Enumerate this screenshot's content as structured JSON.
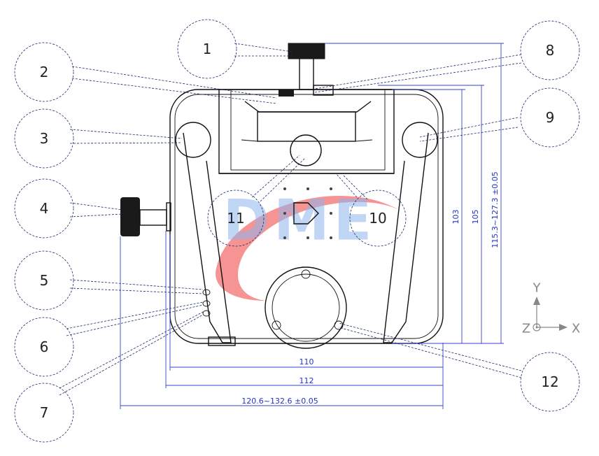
{
  "watermark": {
    "text": "DME",
    "swoosh_color": "#ef3b3b",
    "letter_color": "#8fb6ee"
  },
  "callouts": [
    {
      "id": "1",
      "label": "1"
    },
    {
      "id": "2",
      "label": "2"
    },
    {
      "id": "3",
      "label": "3"
    },
    {
      "id": "4",
      "label": "4"
    },
    {
      "id": "5",
      "label": "5"
    },
    {
      "id": "6",
      "label": "6"
    },
    {
      "id": "7",
      "label": "7"
    },
    {
      "id": "8",
      "label": "8"
    },
    {
      "id": "9",
      "label": "9"
    },
    {
      "id": "10",
      "label": "10"
    },
    {
      "id": "11",
      "label": "11"
    },
    {
      "id": "12",
      "label": "12"
    }
  ],
  "dimensions": {
    "width_110": "110",
    "width_112": "112",
    "width_range": "120.6~132.6 ±0.05",
    "height_103": "103",
    "height_105": "105",
    "height_range": "115.3~127.3 ±0.05"
  },
  "axes": {
    "y": "Y",
    "z": "Z",
    "x": "X"
  },
  "colors": {
    "dimension": "#3344cc",
    "outline": "#111111",
    "leader": "#1a2a6a"
  }
}
